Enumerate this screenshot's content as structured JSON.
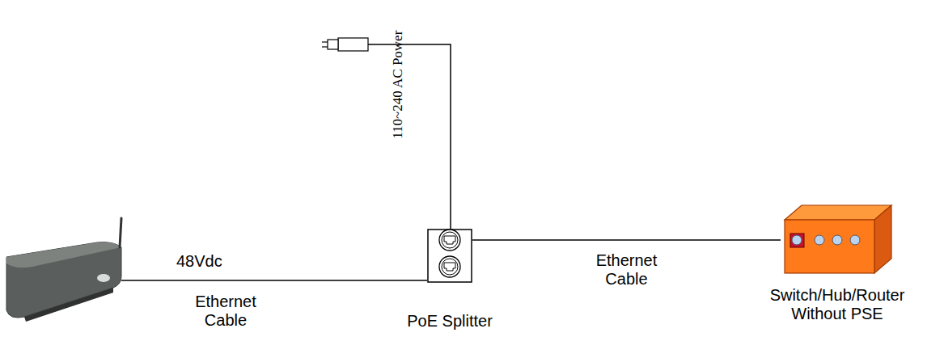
{
  "diagram": {
    "nodes": [
      {
        "text": [
          "PoE Splitter"
        ]
      },
      {
        "text": [
          "Switch/Hub/Router Without PSE"
        ]
      }
    ],
    "edges": [
      {
        "from": 0,
        "to": 1,
        "arrow": "none",
        "label": "Ethernet Cable"
      }
    ],
    "labels": [
      "110~240 AC Power",
      "48Vdc",
      "Ethernet Cable"
    ]
  }
}
